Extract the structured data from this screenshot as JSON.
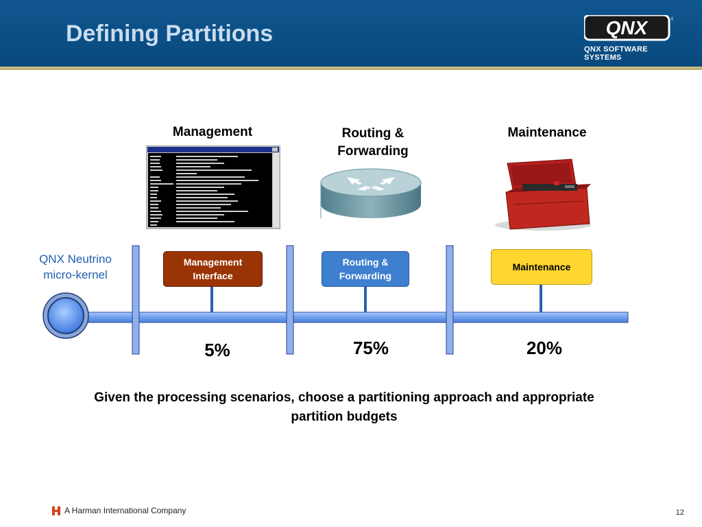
{
  "slide": {
    "title": "Defining Partitions",
    "logo_text": "QNX",
    "logo_caption": "QNX SOFTWARE SYSTEMS",
    "footer": "A Harman International Company",
    "page_number": "12"
  },
  "columns": [
    {
      "heading": "Management",
      "node": "Management Interface",
      "budget": "5%"
    },
    {
      "heading": "Routing & Forwarding",
      "node": "Routing & Forwarding",
      "budget": "75%"
    },
    {
      "heading": "Maintenance",
      "node": "Maintenance",
      "budget": "20%"
    }
  ],
  "kernel": {
    "label": "QNX Neutrino micro-kernel"
  },
  "caption": "Given the processing scenarios, choose a partitioning approach and appropriate partition budgets",
  "colors": {
    "header": "#0b4f86",
    "management_node": "#9a3405",
    "routing_node": "#3f7fcf",
    "maintenance_node": "#ffd530",
    "bus": "#6f9ff0"
  },
  "icons": [
    "terminal-window-icon",
    "router-icon",
    "toolbox-icon",
    "harman-h-icon"
  ]
}
